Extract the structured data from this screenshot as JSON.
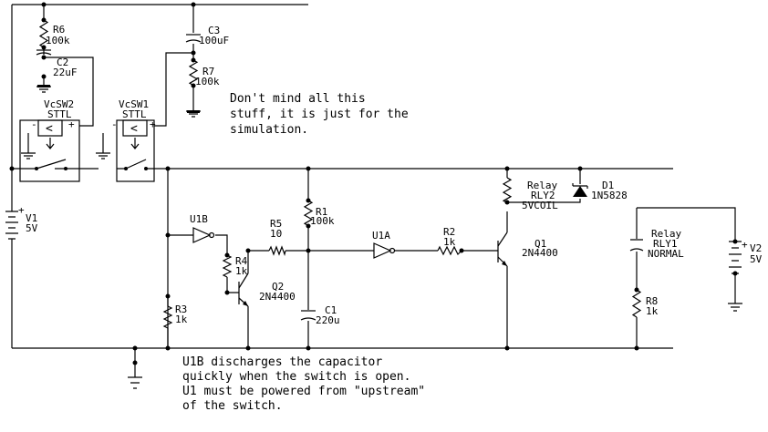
{
  "components": {
    "r6": {
      "ref": "R6",
      "value": "100k"
    },
    "c2": {
      "ref": "C2",
      "value": "22uF"
    },
    "c3": {
      "ref": "C3",
      "value": "100uF"
    },
    "r7": {
      "ref": "R7",
      "value": "100k"
    },
    "vcsw2": {
      "ref": "VcSW2",
      "value": "STTL"
    },
    "vcsw1": {
      "ref": "VcSW1",
      "value": "STTL"
    },
    "v1": {
      "ref": "V1",
      "value": "5V"
    },
    "u1b": {
      "ref": "U1B"
    },
    "r5": {
      "ref": "R5",
      "value": "10"
    },
    "r4": {
      "ref": "R4",
      "value": "1k"
    },
    "q2": {
      "ref": "Q2",
      "value": "2N4400"
    },
    "r3": {
      "ref": "R3",
      "value": "1k"
    },
    "r1": {
      "ref": "R1",
      "value": "100k"
    },
    "c1": {
      "ref": "C1",
      "value": "220u"
    },
    "u1a": {
      "ref": "U1A"
    },
    "r2": {
      "ref": "R2",
      "value": "1k"
    },
    "q1": {
      "ref": "Q1",
      "value": "2N4400"
    },
    "rly2": {
      "type": "Relay",
      "ref": "RLY2",
      "value": "5VCOIL"
    },
    "d1": {
      "ref": "D1",
      "value": "1N5828"
    },
    "rly1": {
      "type": "Relay",
      "ref": "RLY1",
      "value": "NORMAL"
    },
    "r8": {
      "ref": "R8",
      "value": "1k"
    },
    "v2": {
      "ref": "V2",
      "value": "5V"
    }
  },
  "symbols": {
    "plus": "+",
    "minus": "-",
    "compare": "<"
  },
  "note_sim": [
    "Don't mind all this",
    "stuff, it is just for the",
    "simulation."
  ],
  "note_u1b": [
    "U1B discharges the capacitor",
    "quickly when the switch is open.",
    "U1 must be powered from \"upstream\"",
    "of the switch."
  ]
}
